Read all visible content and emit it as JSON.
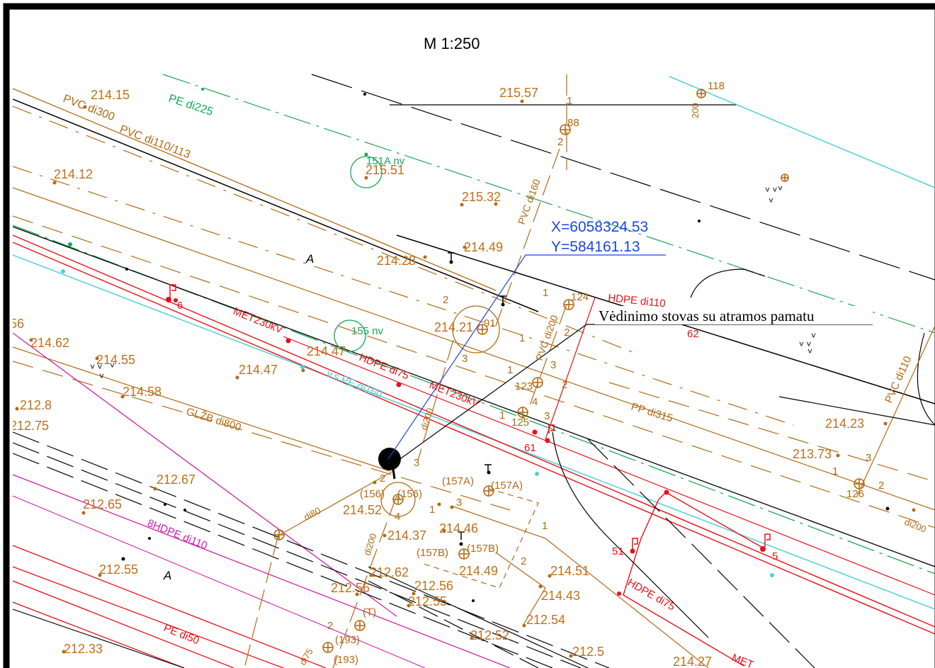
{
  "scale": "M 1:250",
  "coordinates": {
    "x": "X=6058324.53",
    "y": "Y=584161.13"
  },
  "callout": "Vėdinimo stovas su atramos pamatu",
  "colors": {
    "frame": "#000000",
    "brown": "#c0701a",
    "pipe_brown": "#b26a14",
    "green": "#1aa855",
    "red": "#e8101a",
    "cyan": "#4fd0d6",
    "magenta": "#cc22aa",
    "blue": "#1a46e0",
    "black": "#000000"
  },
  "pipe_labels": {
    "pvc300": "PVC di300",
    "pvc110_113": "PVC di110/113",
    "pe225": "PE di225",
    "pvc160": "PVC di160",
    "pvc200": "PVC di200",
    "hdpe110": "HDPE di110",
    "met230_a": "MET230kV",
    "met230_b": "MET230kV",
    "hdpe75_a": "HDPE di75",
    "vspe160": "v.s.PE di160",
    "glzb800": "GLŽB di800",
    "pp315": "PP di315",
    "pvc110_r": "PVC di110",
    "di200_r": "di200",
    "di200_a": "di200",
    "di200_b": "di200",
    "di80": "di80",
    "hdpe8_110": "8HDPE di110",
    "hdpe75_b": "HDPE di75",
    "pe50": "PE di50",
    "di75": "di75",
    "met_bottom": "MET",
    "tc200": "200",
    "nv151": "151A nv",
    "nv155": "155 nv"
  },
  "elevations": {
    "e21415": "214.15",
    "e21557": "215.57",
    "e21412": "214.12",
    "e21551": "215.51",
    "e21532": "215.32",
    "e21428": "214.28",
    "e21449": "214.49",
    "e21421": "214.21",
    "e21462": "214.62",
    "e21455": "214.55",
    "e21447a": "214.47",
    "e21447b": "214.47",
    "e21458": "214.58",
    "e2128": "212.8",
    "e21275": "212.75",
    "e21267": "212.67",
    "e21265": "212.65",
    "e21452": "214.52",
    "e21437": "214.37",
    "e21446": "214.46",
    "e21449b": "214.49",
    "e21255": "212.55",
    "e21262": "212.62",
    "e21256a": "212.56",
    "e21256b": "212.56",
    "e21255b": "212.55",
    "e21451": "214.51",
    "e21443": "214.43",
    "e21254": "212.54",
    "e21252": "212.52",
    "e2125": "212.5",
    "e21233": "212.33",
    "e21427": "214.27",
    "e21423": "214.23",
    "e21373": "213.73",
    "e56": "56"
  },
  "well_labels": {
    "w118": "118",
    "w88": "88",
    "w124": "124",
    "w91": "91",
    "w123": "123",
    "w125": "125",
    "w61": "61",
    "w156a": "(156)",
    "w156b": "(156)",
    "w157a1": "(157A)",
    "w157a2": "(157A)",
    "w157b1": "(157B)",
    "w157b2": "(157B)",
    "w126": "126",
    "w51": "51",
    "w5": "5",
    "w6": "6",
    "w62": "62",
    "wT": "(T)",
    "w193a": "(193)",
    "w193b": "(193)"
  },
  "pipe_numbers": {
    "n1a": "1",
    "n2a": "2",
    "n1b": "1",
    "n2b": "2",
    "n1c": "1",
    "n3a": "3",
    "n1d": "1",
    "n2c": "2",
    "n3b": "3",
    "n2d": "2",
    "n4a": "4",
    "n3c": "3",
    "n1e": "1",
    "n2e": "2",
    "n3d": "3",
    "n4b": "4",
    "n1f": "1",
    "n3e": "3",
    "n1g": "1",
    "n2f": "2",
    "n2g": "2",
    "n3f": "3",
    "n1h": "1",
    "n2h": "2"
  },
  "area_marks": {
    "a1": "A",
    "a2": "A"
  }
}
